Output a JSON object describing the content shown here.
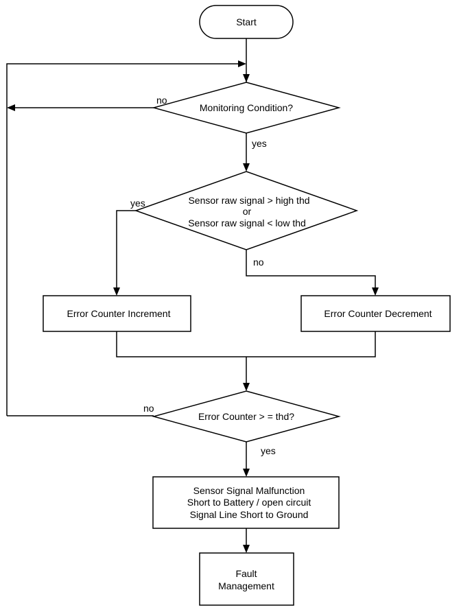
{
  "nodes": {
    "start": {
      "label": "Start"
    },
    "monitoring": {
      "label": "Monitoring Condition?"
    },
    "sensor_check": {
      "lines": [
        "Sensor raw signal > high thd",
        "or",
        "Sensor raw signal < low thd"
      ]
    },
    "increment": {
      "label": "Error Counter Increment"
    },
    "decrement": {
      "label": "Error Counter Decrement"
    },
    "counter_check": {
      "label": "Error Counter > = thd?"
    },
    "malfunction": {
      "lines": [
        "Sensor Signal Malfunction",
        "Short to Battery /  open circuit",
        "Signal Line Short to Ground"
      ]
    },
    "fault": {
      "lines": [
        "Fault",
        "Management"
      ]
    }
  },
  "edge_labels": {
    "monitoring_no": "no",
    "monitoring_yes": "yes",
    "sensor_yes": "yes",
    "sensor_no": "no",
    "counter_no": "no",
    "counter_yes": "yes"
  }
}
